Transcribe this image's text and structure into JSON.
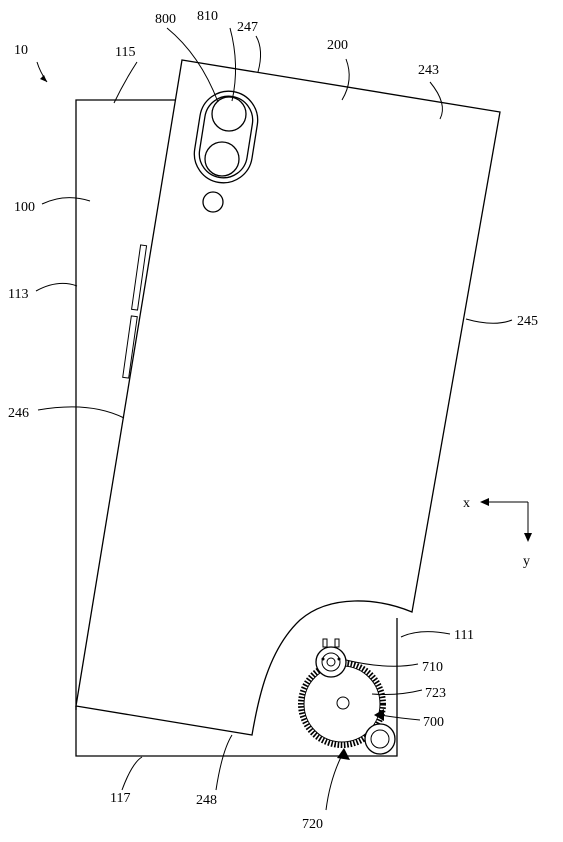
{
  "labels": {
    "device": "10",
    "body": "100",
    "body_right_edge": "111",
    "body_left_edge": "113",
    "body_top_edge": "115",
    "body_bottom_edge": "117",
    "sliding_member": "200",
    "member_top_edge": "243",
    "member_right_edge": "245",
    "member_left_edge": "246",
    "member_top_corner": "247",
    "member_bottom_edge": "248",
    "drive_assembly": "700",
    "motor": "710",
    "gear_assembly": "720",
    "gear": "723",
    "camera_module": "800",
    "camera_lens": "810"
  },
  "axes": {
    "x": "x",
    "y": "y"
  }
}
